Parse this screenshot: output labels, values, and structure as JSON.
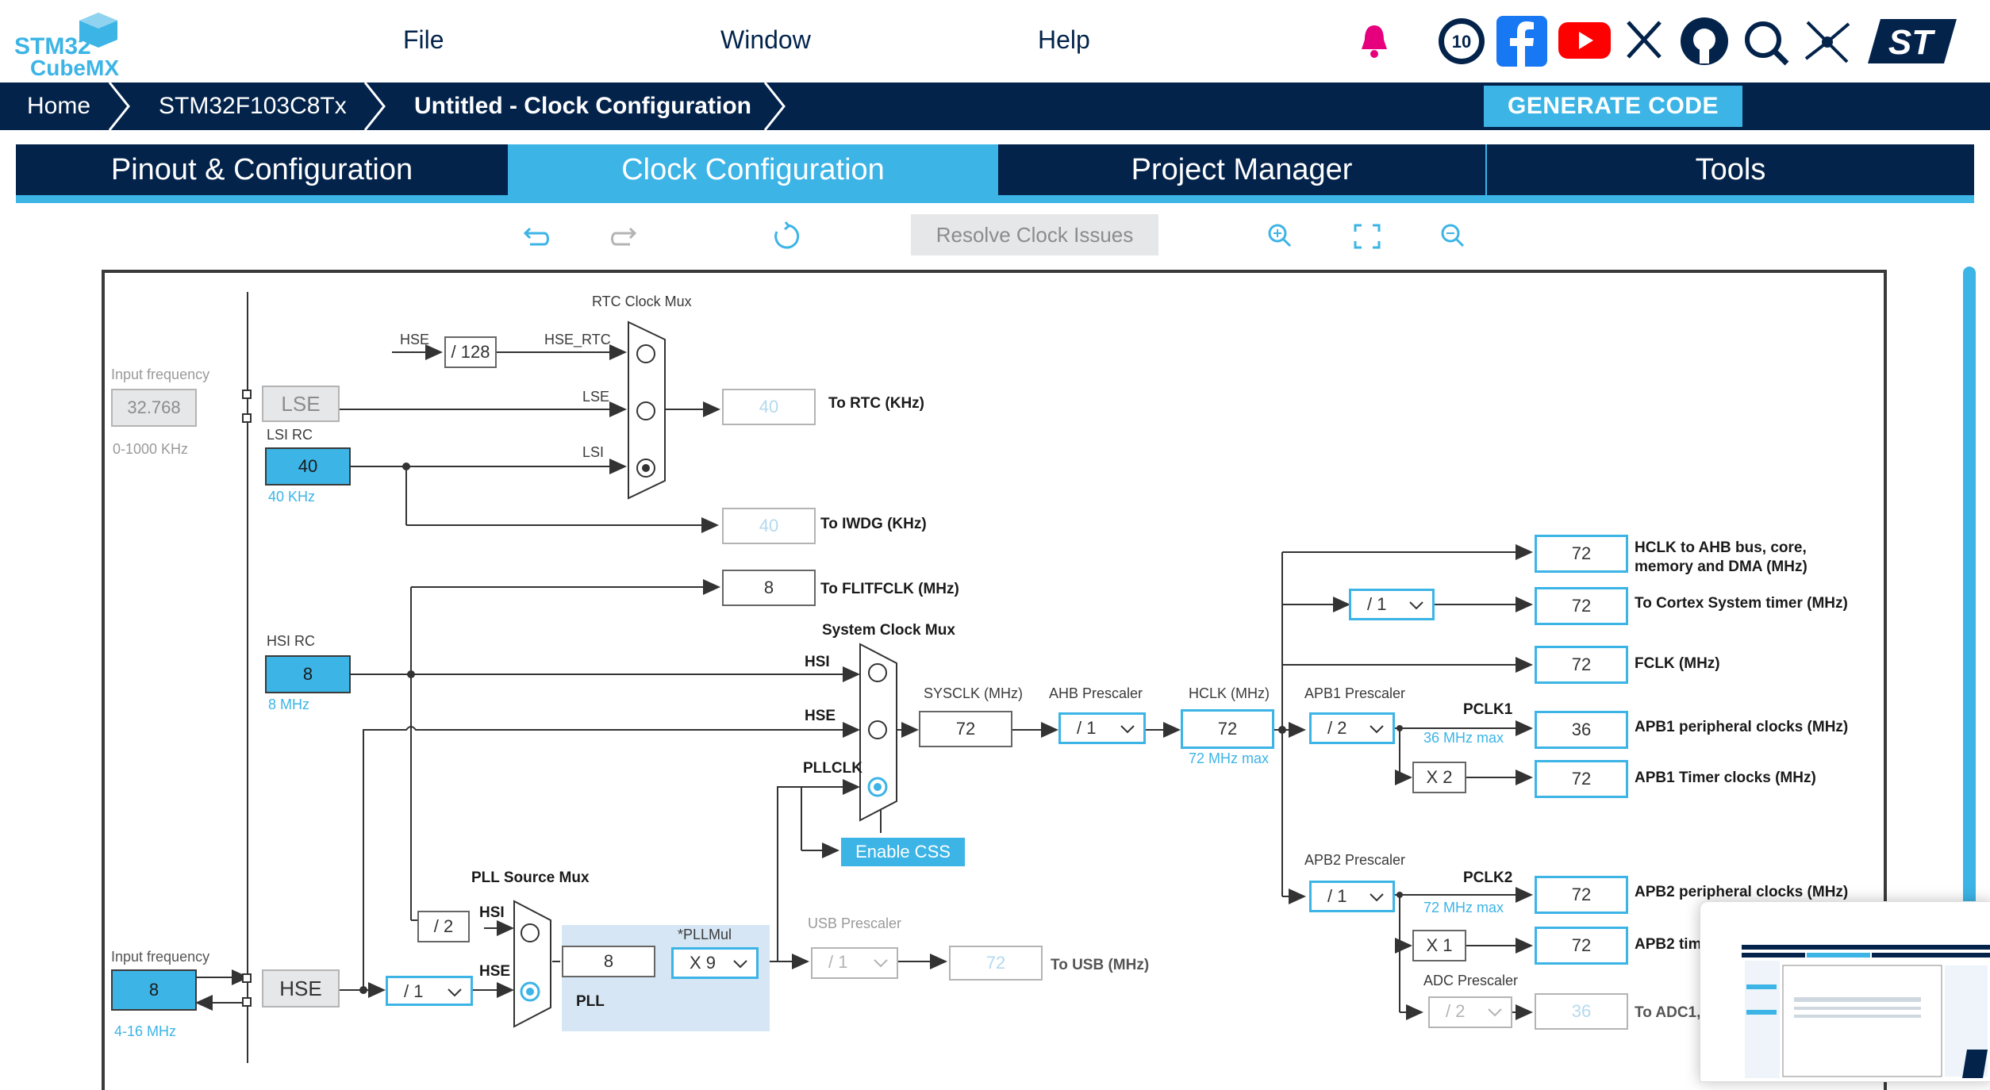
{
  "logo": {
    "line1": "STM32",
    "line2": "CubeMX"
  },
  "menu": {
    "file": "File",
    "window": "Window",
    "help": "Help"
  },
  "social_icons": [
    "notification-bell-icon",
    "anniversary-badge-icon",
    "facebook-icon",
    "youtube-icon",
    "x-icon",
    "github-icon",
    "community-icon",
    "network-icon",
    "st-logo-icon"
  ],
  "breadcrumb": {
    "home": "Home",
    "device": "STM32F103C8Tx",
    "current": "Untitled - Clock Configuration"
  },
  "generate_code": "GENERATE CODE",
  "tabs": [
    "Pinout & Configuration",
    "Clock Configuration",
    "Project Manager",
    "Tools"
  ],
  "toolbar": {
    "resolve": "Resolve Clock Issues"
  },
  "diagram": {
    "rtc_mux_title": "RTC Clock Mux",
    "hse_label": "HSE",
    "div128": "/ 128",
    "hse_rtc": "HSE_RTC",
    "lse_in_label": "LSE",
    "lsi_in_label": "LSI",
    "input_freq_lse_label": "Input frequency",
    "input_freq_lse_value": "32.768",
    "input_freq_lse_range": "0-1000 KHz",
    "lse_box": "LSE",
    "lsi_rc_title": "LSI RC",
    "lsi_value": "40",
    "lsi_freq": "40 KHz",
    "to_rtc_value": "40",
    "to_rtc_label": "To RTC (KHz)",
    "to_iwdg_value": "40",
    "to_iwdg_label": "To IWDG (KHz)",
    "to_flit_value": "8",
    "to_flit_label": "To FLITFCLK (MHz)",
    "sys_mux_title": "System Clock Mux",
    "hsi_rc_title": "HSI RC",
    "hsi_value": "8",
    "hsi_freq": "8 MHz",
    "mux_hsi": "HSI",
    "mux_hse": "HSE",
    "mux_pllclk": "PLLCLK",
    "sysclk_label": "SYSCLK (MHz)",
    "sysclk_value": "72",
    "ahb_label": "AHB Prescaler",
    "ahb_value": "/ 1",
    "hclk_label": "HCLK (MHz)",
    "hclk_value": "72",
    "hclk_max": "72 MHz max",
    "enable_css": "Enable CSS",
    "pll_src_title": "PLL Source Mux",
    "div2": "/ 2",
    "pll_hsi": "HSI",
    "pll_hse": "HSE",
    "pllmul_title": "*PLLMul",
    "pll_in_value": "8",
    "pllmul_value": "X 9",
    "pll_label": "PLL",
    "usb_pre_label": "USB Prescaler",
    "usb_pre_value": "/ 1",
    "usb_value": "72",
    "usb_label": "To USB (MHz)",
    "input_freq_hse_label": "Input frequency",
    "input_freq_hse_value": "8",
    "input_freq_hse_range": "4-16 MHz",
    "hse_box": "HSE",
    "hse_div": "/ 1",
    "apb1_label": "APB1 Prescaler",
    "apb1_value": "/ 2",
    "pclk1_label": "PCLK1",
    "pclk1_max": "36 MHz max",
    "apb1_x2": "X 2",
    "apb2_label": "APB2 Prescaler",
    "apb2_value": "/ 1",
    "pclk2_label": "PCLK2",
    "pclk2_max": "72 MHz max",
    "apb2_x1": "X 1",
    "adc_label": "ADC Prescaler",
    "adc_value": "/ 2",
    "outputs": [
      {
        "value": "72",
        "label": "HCLK to AHB bus, core,",
        "label2": "memory and DMA (MHz)"
      },
      {
        "value": "72",
        "label": "To Cortex System timer (MHz)"
      },
      {
        "value": "72",
        "label": "FCLK (MHz)"
      },
      {
        "value": "36",
        "label": "APB1 peripheral clocks (MHz)"
      },
      {
        "value": "72",
        "label": "APB1 Timer clocks (MHz)"
      },
      {
        "value": "72",
        "label": "APB2 peripheral clocks (MHz)"
      },
      {
        "value": "72",
        "label": "APB2 tim"
      },
      {
        "value": "36",
        "label": "To ADC1,"
      }
    ],
    "cortex_div": "/ 1"
  }
}
